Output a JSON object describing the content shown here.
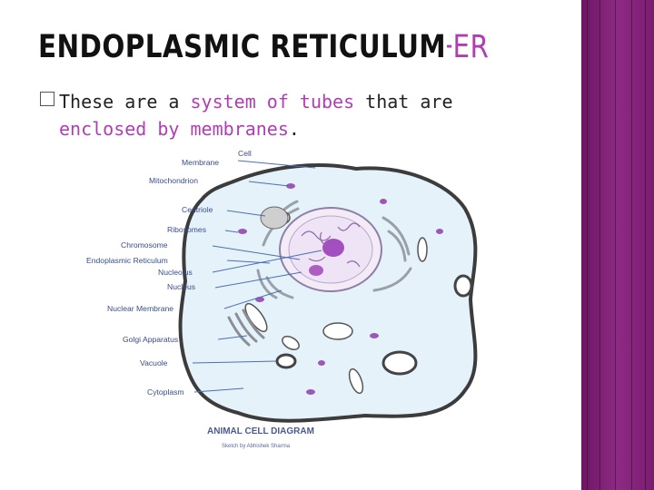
{
  "title": {
    "main": "ENDOPLASMIC RETICULUM",
    "separator": "-",
    "abbr": "ER"
  },
  "bullet": {
    "line1_a": "These are a ",
    "line1_hl": "system of tubes",
    "line1_b": " that are",
    "line2_hl": "enclosed by membranes",
    "line2_end": "."
  },
  "diagram": {
    "labels": {
      "cell_1": "Cell",
      "cell_2": "Membrane",
      "mitochondrion": "Mitochondrion",
      "centriole": "Centriole",
      "ribosomes": "Ribosomes",
      "chromosome": "Chromosome",
      "er": "Endoplasmic Reticulum",
      "nucleolus": "Nucleolus",
      "nucleus": "Nucleus",
      "nuclear_membrane": "Nuclear Membrane",
      "golgi": "Golgi Apparatus",
      "vacuole": "Vacuole",
      "cytoplasm": "Cytoplasm"
    },
    "caption": "ANIMAL CELL DIAGRAM",
    "credit": "Sketch by Abhishek Sharma"
  },
  "colors": {
    "accent": "#b03eb3",
    "sidebar": "#7a1c70",
    "cell_fill": "#e6f2fa",
    "organelle": "#9b59b6"
  }
}
